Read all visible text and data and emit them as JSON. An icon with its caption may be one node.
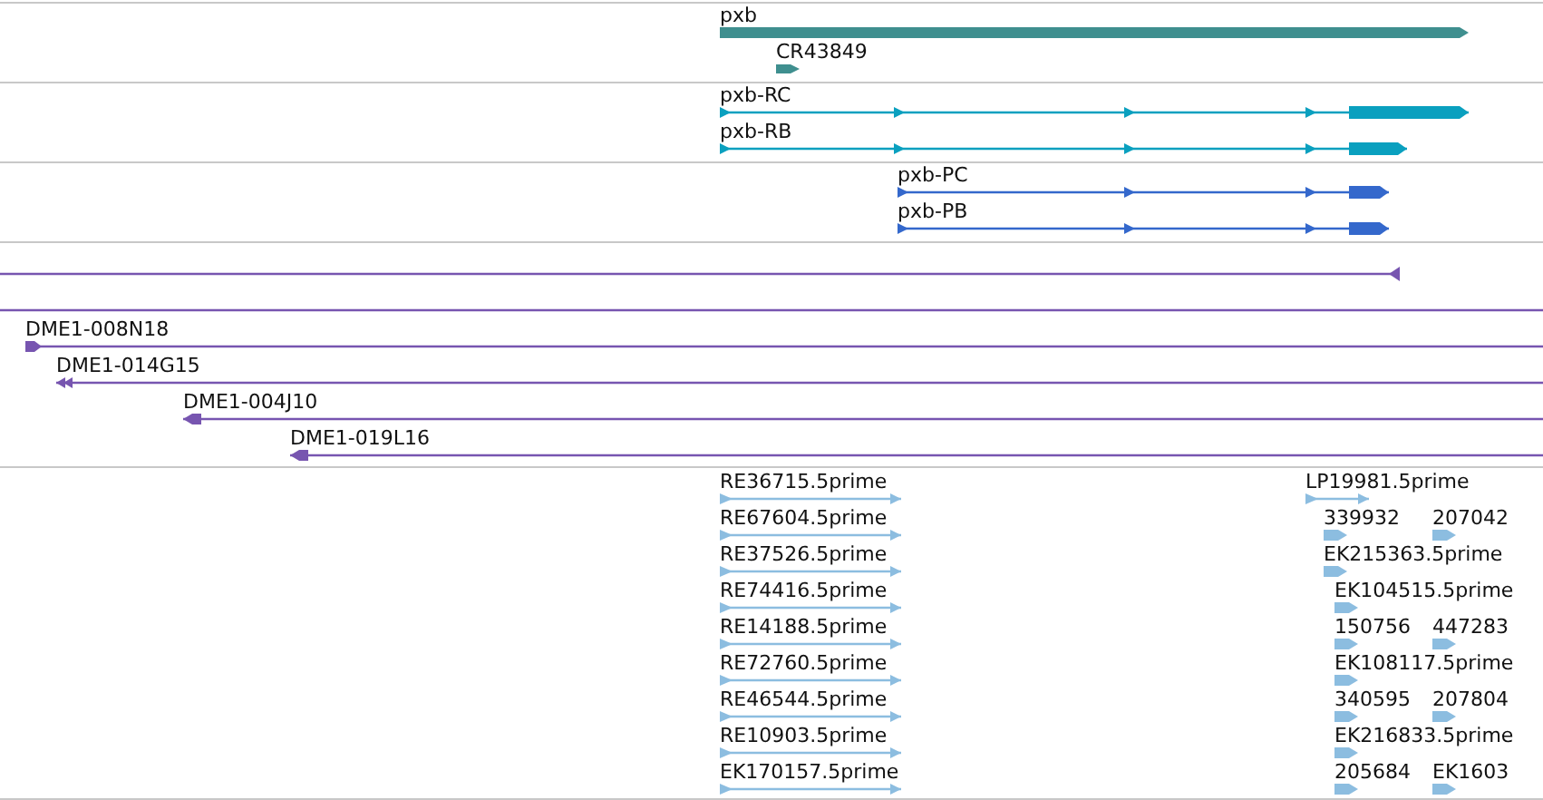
{
  "diagram": {
    "nodes": [
      {
        "text": [
          "pxb"
        ]
      },
      {
        "text": [
          "CR43849"
        ]
      },
      {
        "text": [
          "pxb-RC"
        ]
      },
      {
        "text": [
          "pxb-RB"
        ]
      },
      {
        "text": [
          "pxb-PC"
        ]
      },
      {
        "text": [
          "pxb-PB"
        ]
      },
      {
        "text": [],
        "shape": "line"
      },
      {
        "text": [],
        "shape": "line"
      },
      {
        "text": [
          "DME1-008N18"
        ]
      },
      {
        "text": [
          "DME1-014G15"
        ]
      },
      {
        "text": [
          "DME1-004J10"
        ]
      },
      {
        "text": [
          "DME1-019L16"
        ]
      },
      {
        "text": [
          "RE36715.5prime"
        ]
      },
      {
        "text": [
          "RE67604.5prime"
        ]
      },
      {
        "text": [
          "RE37526.5prime"
        ]
      },
      {
        "text": [
          "RE74416.5prime"
        ]
      },
      {
        "text": [
          "RE14188.5prime"
        ]
      },
      {
        "text": [
          "RE72760.5prime"
        ]
      },
      {
        "text": [
          "RE46544.5prime"
        ]
      },
      {
        "text": [
          "RE10903.5prime"
        ]
      },
      {
        "text": [
          "EK170157.5prime"
        ]
      },
      {
        "text": [
          "LP19981.5prime"
        ]
      },
      {
        "text": [
          "339932"
        ]
      },
      {
        "text": [
          "207042"
        ]
      },
      {
        "text": [
          "EK215363.5prime"
        ]
      },
      {
        "text": [
          "EK104515.5prime"
        ]
      },
      {
        "text": [
          "150756"
        ]
      },
      {
        "text": [
          "447283"
        ]
      },
      {
        "text": [
          "EK108117.5prime"
        ]
      },
      {
        "text": [
          "340595"
        ]
      },
      {
        "text": [
          "207804"
        ]
      },
      {
        "text": [
          "EK216833.5prime"
        ]
      },
      {
        "text": [
          "205684"
        ]
      },
      {
        "text": [
          "EK1603"
        ]
      }
    ]
  }
}
